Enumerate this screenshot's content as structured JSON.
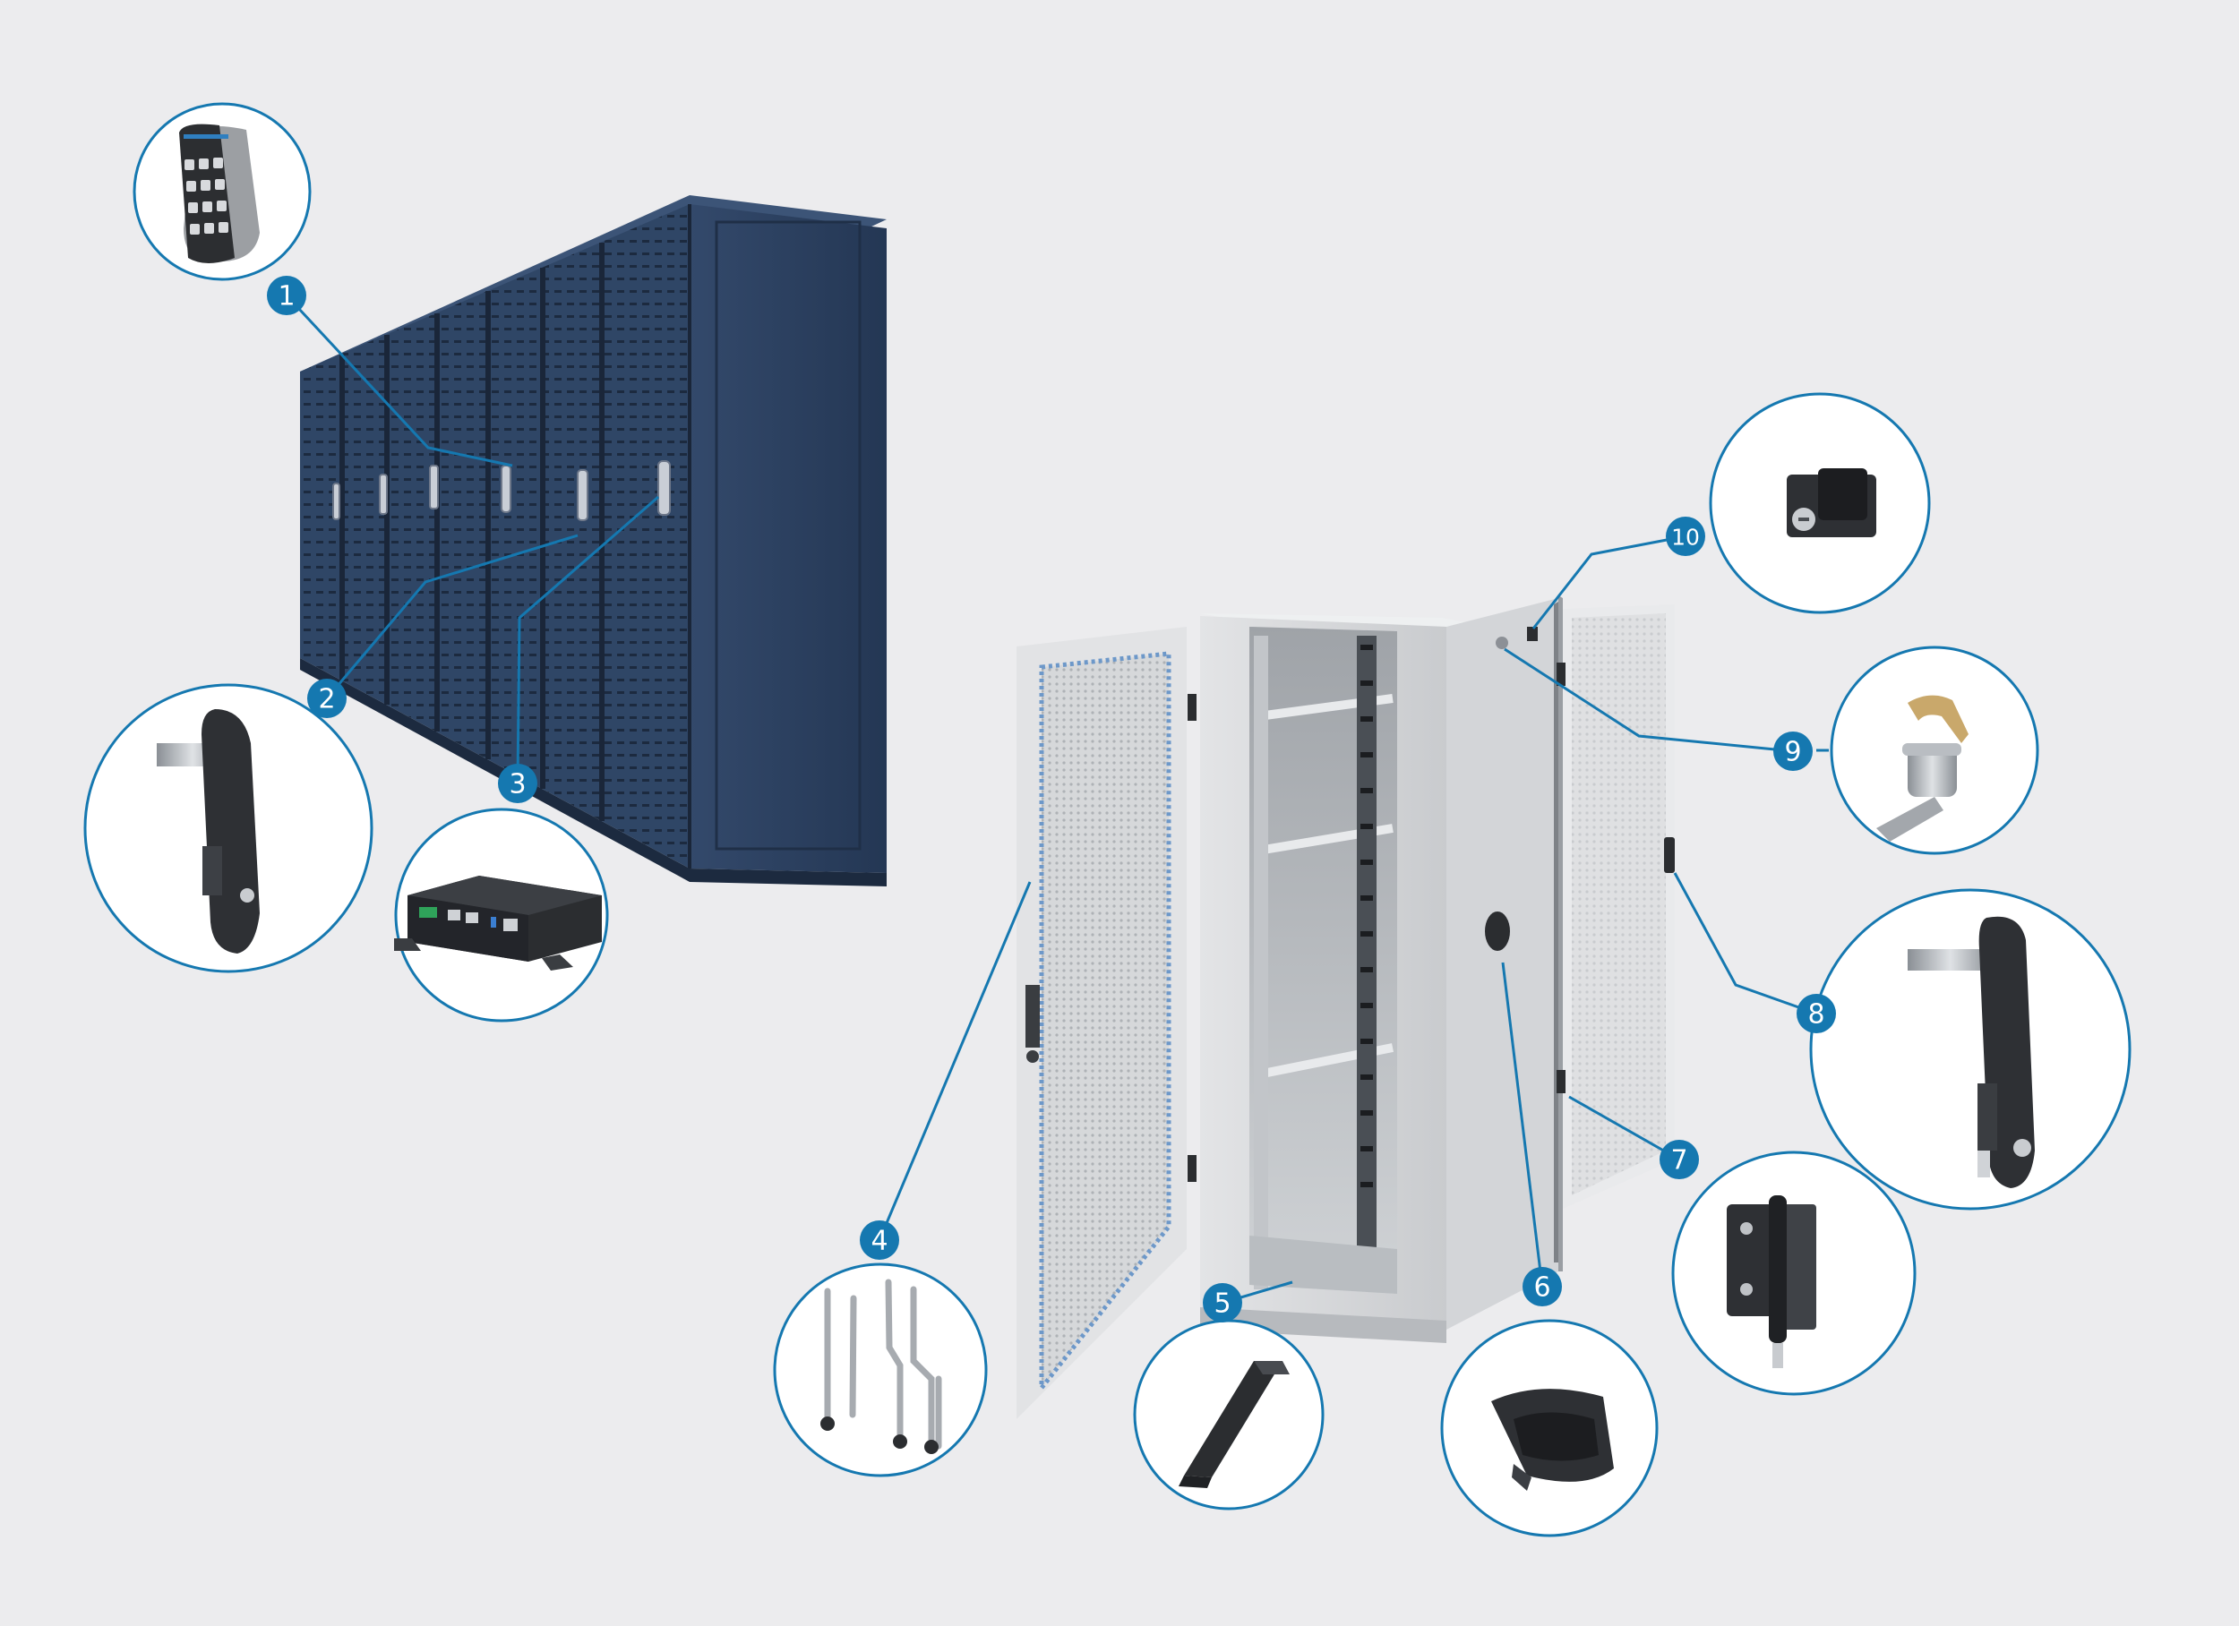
{
  "diagram": {
    "colors": {
      "background": "#ececee",
      "accent": "#1578b0",
      "rack_blue": "#2f4666",
      "rack_blue_dark": "#22344e",
      "cabinet_grey": "#d8dadc",
      "part_black": "#2b2d30"
    },
    "callouts": [
      {
        "id": "1",
        "label": "1",
        "part": "keypad-icon"
      },
      {
        "id": "2",
        "label": "2",
        "part": "swing-handle-icon"
      },
      {
        "id": "3",
        "label": "3",
        "part": "controller-box-icon"
      },
      {
        "id": "4",
        "label": "4",
        "part": "locking-rods-icon"
      },
      {
        "id": "5",
        "label": "5",
        "part": "gasket-profile-icon"
      },
      {
        "id": "6",
        "label": "6",
        "part": "recessed-grip-icon"
      },
      {
        "id": "7",
        "label": "7",
        "part": "hinge-icon"
      },
      {
        "id": "8",
        "label": "8",
        "part": "swing-handle-with-cam-icon"
      },
      {
        "id": "9",
        "label": "9",
        "part": "cam-lock-with-key-icon"
      },
      {
        "id": "10",
        "label": "10",
        "part": "compression-latch-icon"
      }
    ]
  }
}
